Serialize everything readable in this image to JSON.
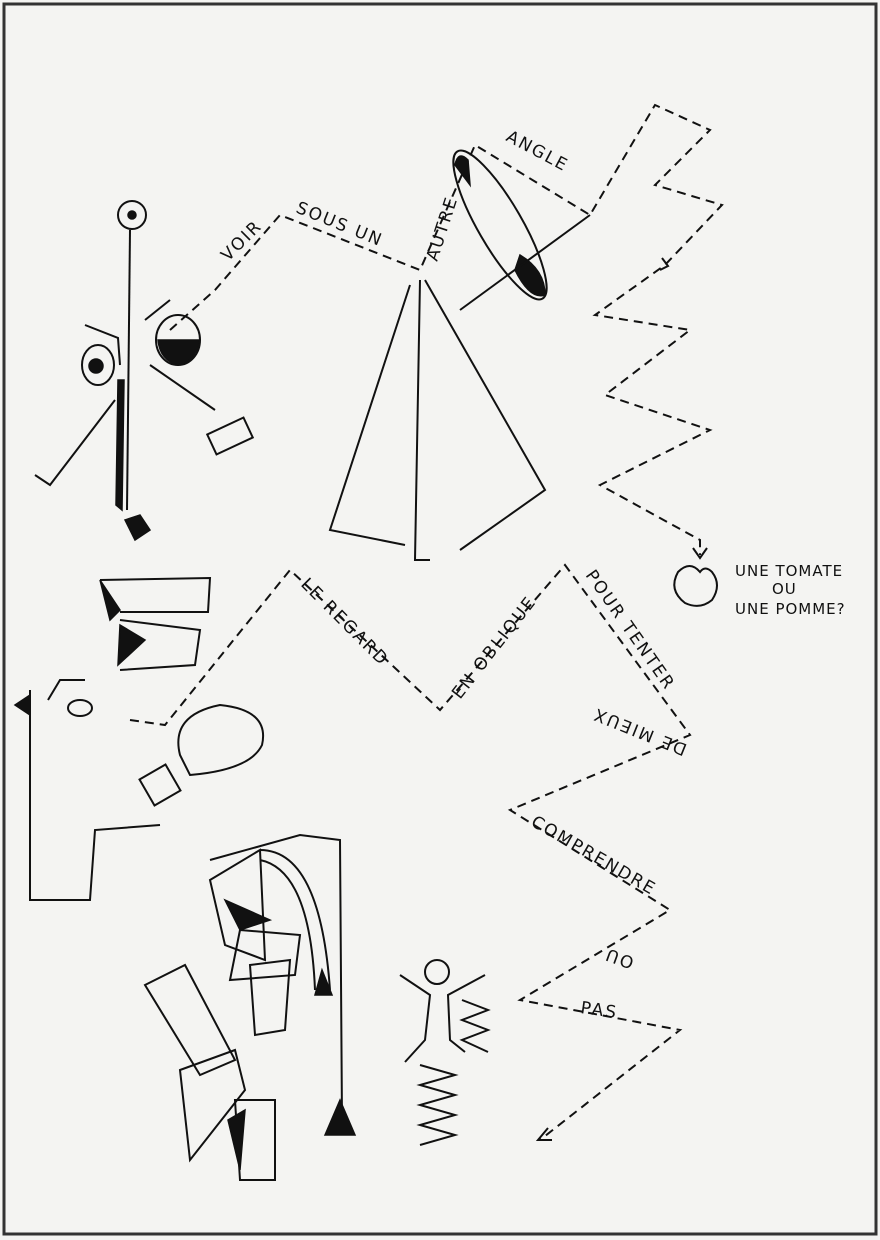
{
  "drawing": {
    "upper_path": [
      "VOIR",
      "SOUS UN",
      "AUTRE",
      "ANGLE"
    ],
    "question": {
      "line1": "UNE TOMATE",
      "line2": "OU",
      "line3": "UNE POMME?"
    },
    "lower_path": [
      "LE REGARD",
      "EN OBLIQUE",
      "POUR TENTER",
      "DE MIEUX",
      "COMPRENDRE",
      "OU",
      "PAS"
    ]
  },
  "colors": {
    "ink": "#111111",
    "paper": "#f4f4f2"
  }
}
